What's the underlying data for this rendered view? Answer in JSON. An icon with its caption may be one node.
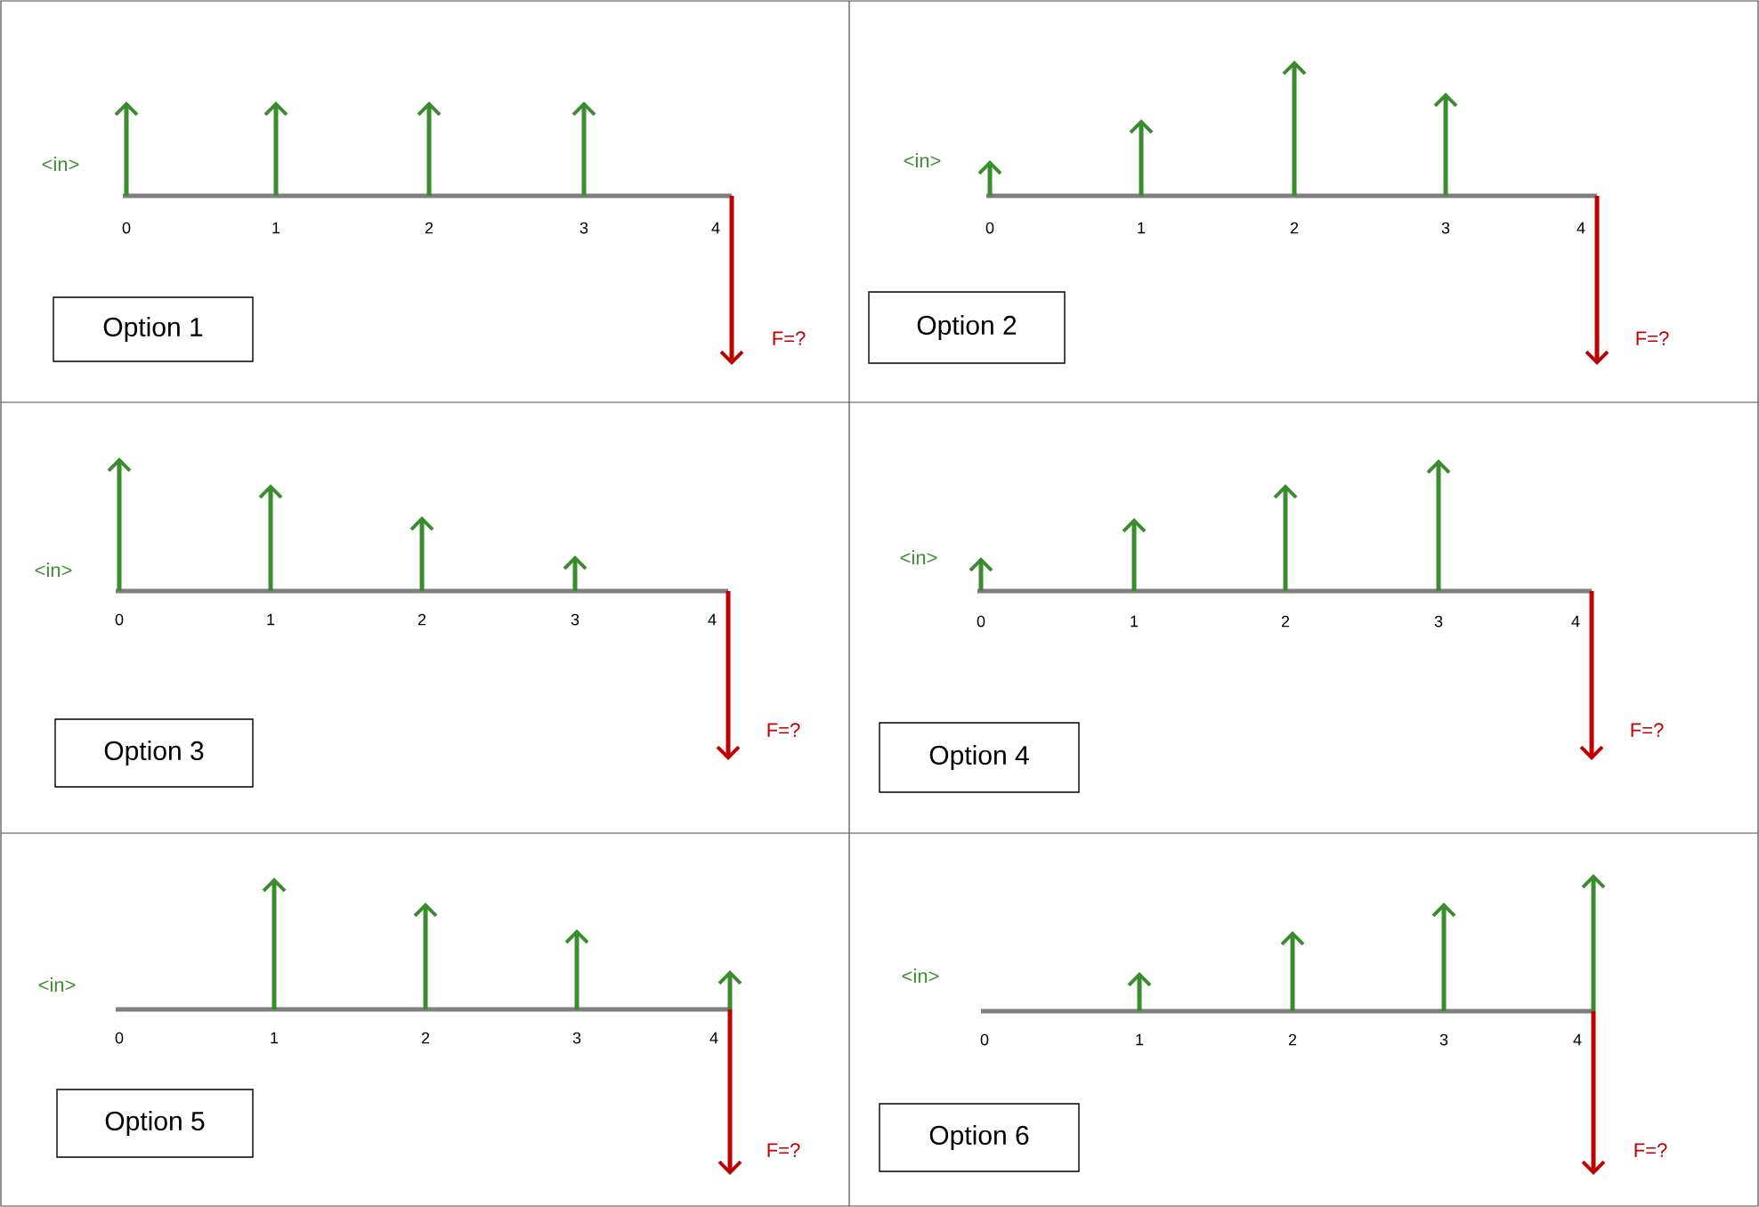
{
  "diagram": {
    "nodes": [
      {
        "text": [
          "Option 1"
        ]
      },
      {
        "text": [
          "Option 2"
        ]
      },
      {
        "text": [
          "Option 3"
        ]
      },
      {
        "text": [
          "Option 4"
        ]
      },
      {
        "text": [
          "Option 5"
        ]
      },
      {
        "text": [
          "Option 6"
        ]
      }
    ],
    "labels": [
      "<in>",
      "0",
      "1",
      "2",
      "3",
      "4",
      "F=?",
      "<in>",
      "0",
      "1",
      "2",
      "3",
      "4",
      "F=?",
      "<in>",
      "0",
      "1",
      "2",
      "3",
      "4",
      "F=?",
      "<in>",
      "0",
      "1",
      "2",
      "3",
      "4",
      "F=?",
      "<in>",
      "0",
      "1",
      "2",
      "3",
      "4",
      "F=?",
      "<in>",
      "0",
      "1",
      "2",
      "3",
      "4",
      "F=?"
    ]
  }
}
